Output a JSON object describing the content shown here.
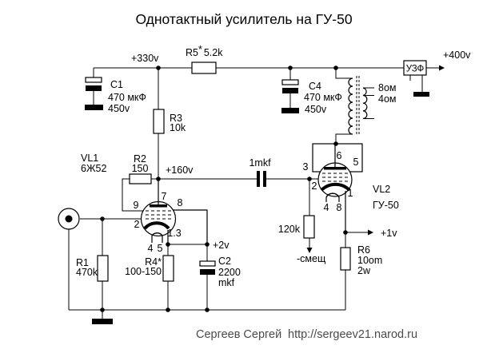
{
  "title": "Однотактный усилитель на ГУ-50",
  "footer": {
    "author": "Сергеев Сергей",
    "url": "http://sergeev21.narod.ru"
  },
  "colors": {
    "line": "#000000",
    "background": "#ffffff",
    "footer_text": "#4a4a4a"
  },
  "nodes": {
    "b_plus": "+330v",
    "output_v": "+400v",
    "anode_v": "+160v",
    "cathode1_v": "+2v",
    "cathode2_v": "+1v",
    "bias": "-смещ"
  },
  "components": {
    "c1": {
      "name": "C1",
      "value": "470 мкФ",
      "voltage": "450v"
    },
    "c4": {
      "name": "C4",
      "value": "470 мкФ",
      "voltage": "450v"
    },
    "c2": {
      "name": "C2",
      "value": "2200",
      "unit": "mkf"
    },
    "coupling_cap": {
      "value": "1mkf"
    },
    "r1": {
      "name": "R1",
      "value": "470k"
    },
    "r2": {
      "name": "R2",
      "value": "150"
    },
    "r3": {
      "name": "R3",
      "value": "10k"
    },
    "r4": {
      "name": "R4*",
      "value": "100-150"
    },
    "r5": {
      "name": "R5",
      "star": "*",
      "value": "5.2k"
    },
    "r6": {
      "name": "R6",
      "value": "10om",
      "power": "2w"
    },
    "grid_resistor": {
      "value": "120k"
    },
    "uzf_block": {
      "label": "УЗФ"
    },
    "transformer": {
      "tap_8": "8ом",
      "tap_4": "4ом"
    }
  },
  "tubes": {
    "vl1": {
      "name": "VL1",
      "type": "6Ж52",
      "pins": {
        "p7": "7",
        "p9": "9",
        "p2": "2",
        "p8": "8",
        "p13": "1.3",
        "p4": "4",
        "p5": "5"
      }
    },
    "vl2": {
      "name": "VL2",
      "type": "ГУ-50",
      "pins": {
        "p3": "3",
        "p6": "6",
        "p5": "5",
        "p2": "2",
        "p1": "1",
        "p4": "4",
        "p8": "8"
      }
    }
  }
}
